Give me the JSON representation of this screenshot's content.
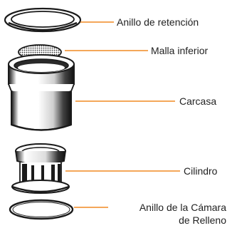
{
  "diagram": {
    "colors": {
      "leader_line": "#f08a24",
      "outline": "#1a1a1a",
      "text": "#222222"
    },
    "labels": {
      "retaining_ring": "Anillo de retención",
      "lower_mesh": "Malla inferior",
      "housing": "Carcasa",
      "cylinder": "Cilindro",
      "fill_chamber_ring_line1": "Anillo de la Cámara",
      "fill_chamber_ring_line2": "de Relleno"
    }
  }
}
